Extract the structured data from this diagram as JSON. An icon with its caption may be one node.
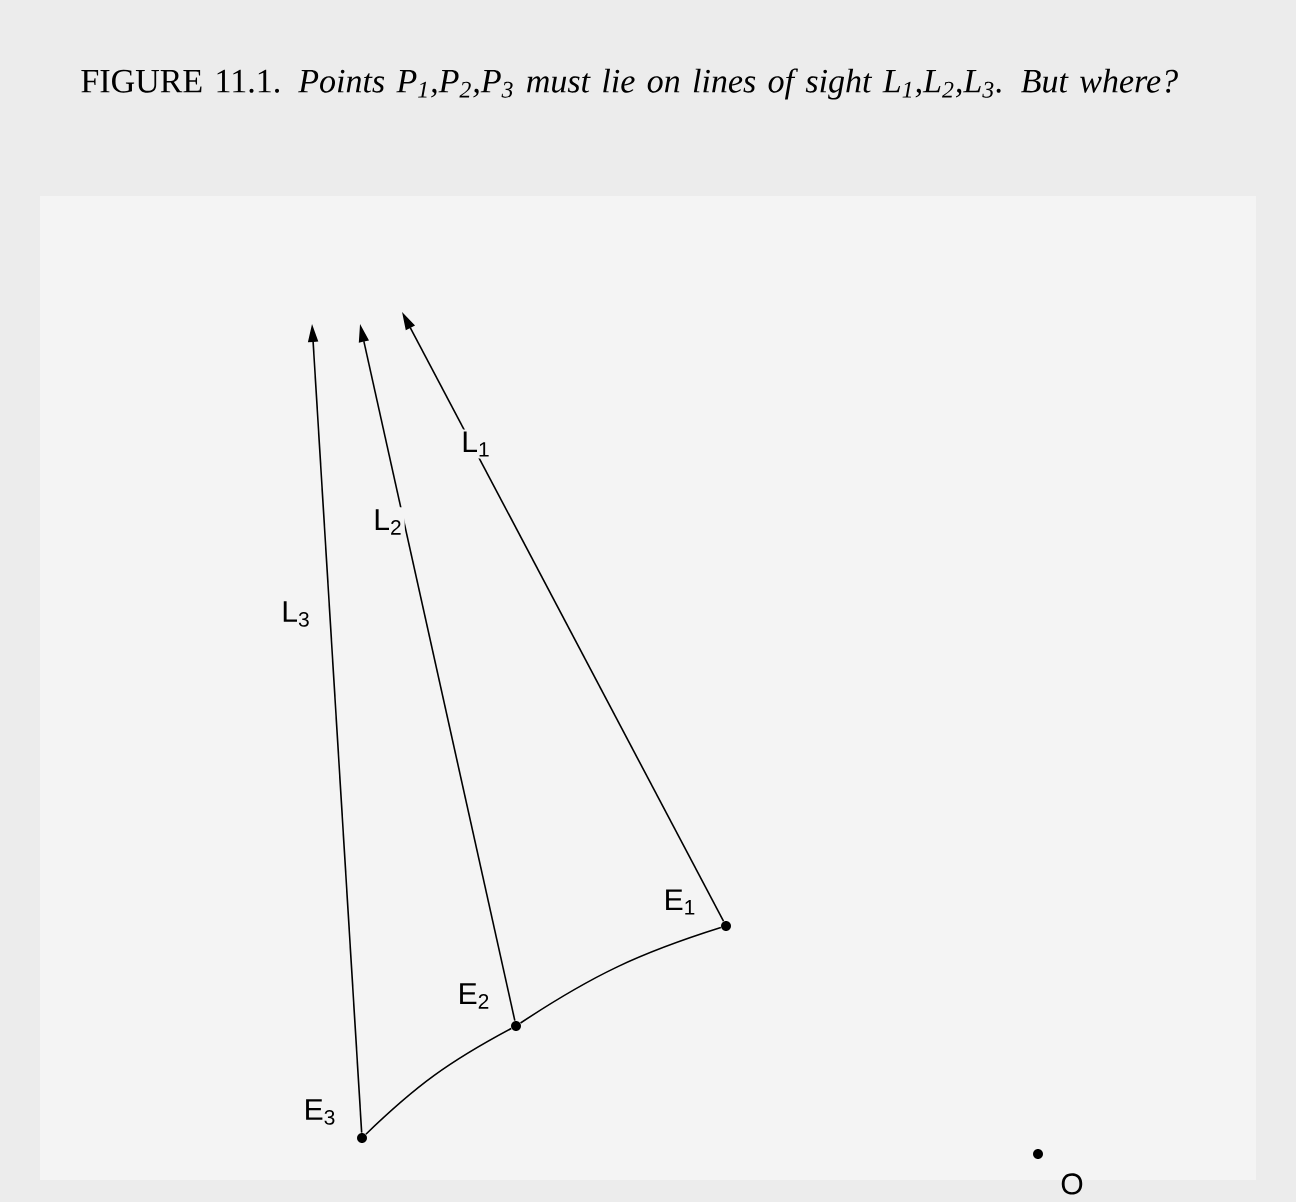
{
  "diagram": {
    "caption": "FIGURE 11.1. *Points P$_{1}$,P$_{2}$,P$_{3}$ must lie on lines of sight L$_{1}$,L$_{2}$,L$_{3}$. But where?*",
    "nodes": [
      {
        "text": [
          "E$_{1}$"
        ]
      },
      {
        "text": [
          "E$_{2}$"
        ]
      },
      {
        "text": [
          "E$_{3}$"
        ]
      },
      {
        "text": [
          "O"
        ]
      }
    ],
    "edges": [
      {
        "from": 0,
        "to": null,
        "arrow": "to",
        "label": "L$_{1}$"
      },
      {
        "from": 1,
        "to": null,
        "arrow": "to",
        "label": "L$_{2}$"
      },
      {
        "from": 2,
        "to": null,
        "arrow": "to",
        "label": "L$_{3}$"
      },
      {
        "from": 2,
        "to": 1,
        "arrow": "none"
      },
      {
        "from": 1,
        "to": 0,
        "arrow": "none"
      }
    ]
  }
}
